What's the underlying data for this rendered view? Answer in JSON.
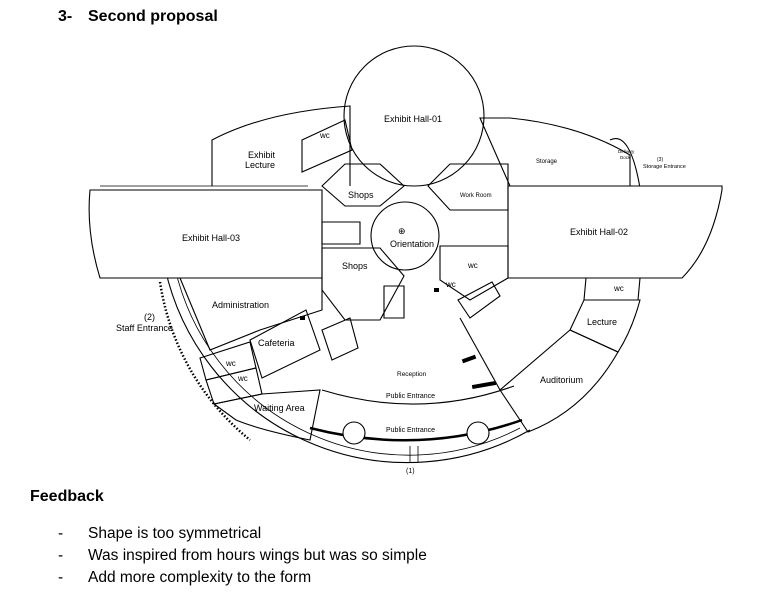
{
  "heading": {
    "number": "3-",
    "title": "Second proposal"
  },
  "plan": {
    "exhibit_hall_01": "Exhibit Hall-01",
    "exhibit_hall_02": "Exhibit Hall-02",
    "exhibit_hall_03": "Exhibit Hall-03",
    "exhibit_lecture_1": "Exhibit",
    "exhibit_lecture_2": "Lecture",
    "wc": "wc",
    "storage": "Storage",
    "delivery_dock_1": "Delivery",
    "delivery_dock_2": "Dock",
    "storage_entrance_num": "(3)",
    "storage_entrance": "Storage Entrance",
    "shops": "Shops",
    "work_room": "Work Room",
    "orientation": "Orientation",
    "orientation_mark": "⊕",
    "administration": "Administration",
    "staff_entrance_num": "(2)",
    "staff_entrance": "Staff Entrance",
    "cafeteria": "Cafeteria",
    "waiting_area": "Waiting Area",
    "reception": "Reception",
    "public_entrance": "Public Entrance",
    "public_entrance_num": "(1)",
    "lecture": "Lecture",
    "auditorium": "Auditorium"
  },
  "feedback": {
    "title": "Feedback",
    "bullet": "-",
    "items": [
      "Shape is too symmetrical",
      "Was inspired from hours wings but was so simple",
      "Add more complexity to the form"
    ]
  }
}
